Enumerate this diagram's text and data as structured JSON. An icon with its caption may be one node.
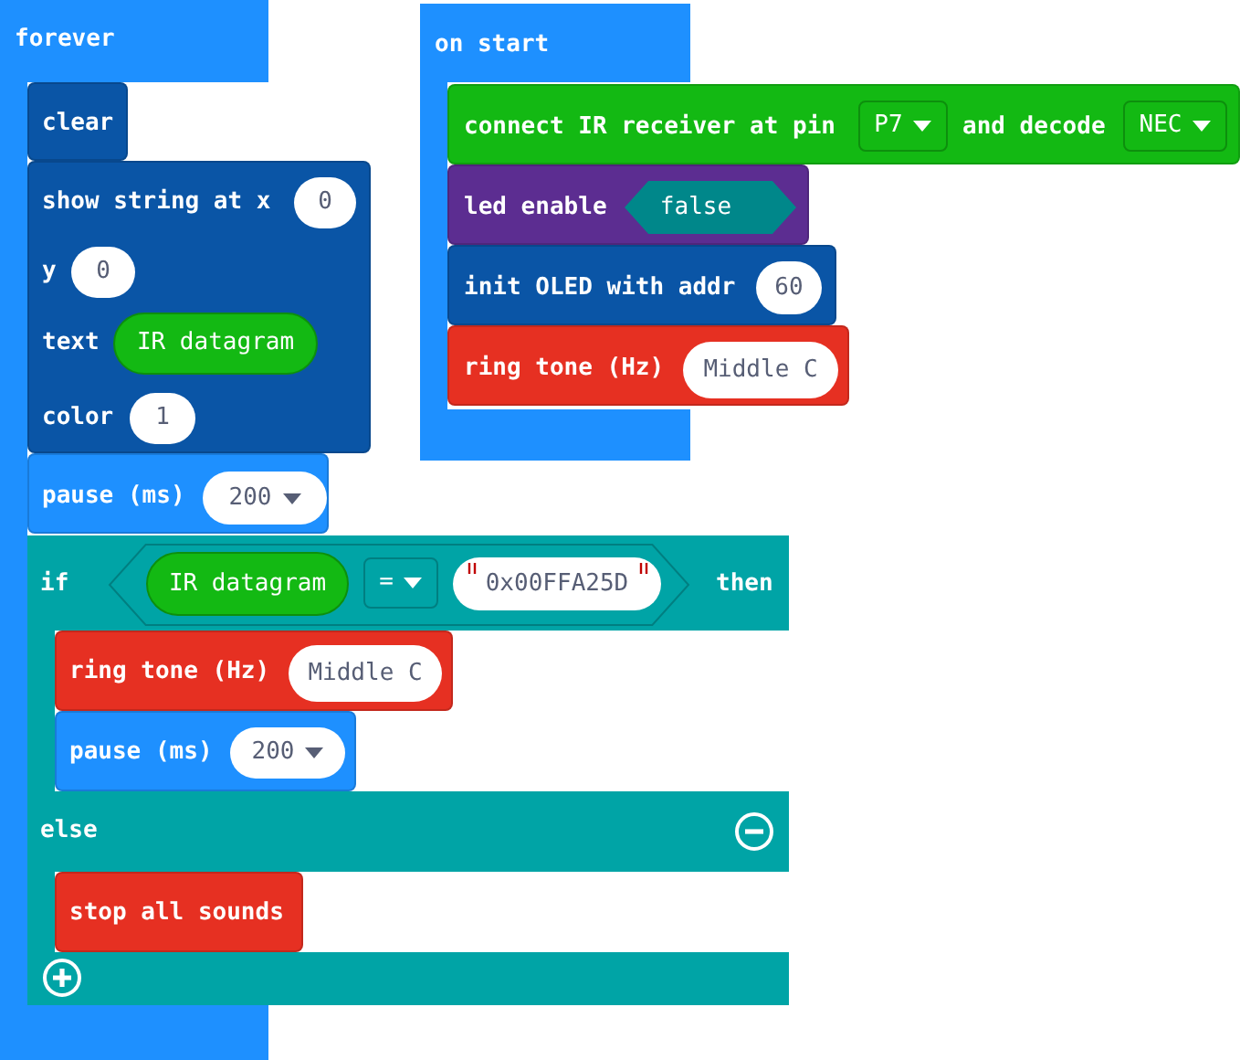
{
  "diagram": {
    "nodes": [
      {
        "text": [
          "forever"
        ]
      },
      {
        "text": [
          "clear"
        ]
      },
      {
        "text": [
          "show string at x",
          "y",
          "text",
          "color"
        ]
      },
      {
        "text": [
          "0"
        ],
        "in": 2
      },
      {
        "text": [
          "0"
        ],
        "in": 2
      },
      {
        "text": [
          "IR datagram"
        ],
        "in": 2
      },
      {
        "text": [
          "1"
        ],
        "in": 2
      },
      {
        "text": [
          "pause (ms)"
        ]
      },
      {
        "text": [
          "200"
        ],
        "in": 7
      },
      {
        "text": [
          "if",
          "then",
          "else"
        ]
      },
      {
        "text": [],
        "shape": "hexagon",
        "in": 9
      },
      {
        "text": [
          "IR datagram"
        ],
        "in": 10
      },
      {
        "text": [
          "="
        ],
        "in": 10
      },
      {
        "text": [
          "0x00FFA25D"
        ],
        "in": 10
      },
      {
        "text": [
          "ring tone (Hz)"
        ],
        "in": 9
      },
      {
        "text": [
          "Middle C"
        ],
        "in": 14
      },
      {
        "text": [
          "pause (ms)"
        ],
        "in": 9
      },
      {
        "text": [
          "200"
        ],
        "in": 16
      },
      {
        "text": [
          "stop all sounds"
        ],
        "in": 9
      },
      {
        "text": [
          "on start"
        ]
      },
      {
        "text": [
          "connect IR receiver at pin",
          "and decode"
        ]
      },
      {
        "text": [
          "P7"
        ],
        "in": 20
      },
      {
        "text": [
          "NEC"
        ],
        "in": 20
      },
      {
        "text": [
          "led enable"
        ]
      },
      {
        "text": [
          "false"
        ],
        "in": 23
      },
      {
        "text": [
          "init OLED with addr"
        ]
      },
      {
        "text": [
          "60"
        ],
        "in": 25
      },
      {
        "text": [
          "ring tone (Hz)"
        ]
      },
      {
        "text": [
          "Middle C"
        ],
        "in": 27
      }
    ]
  }
}
